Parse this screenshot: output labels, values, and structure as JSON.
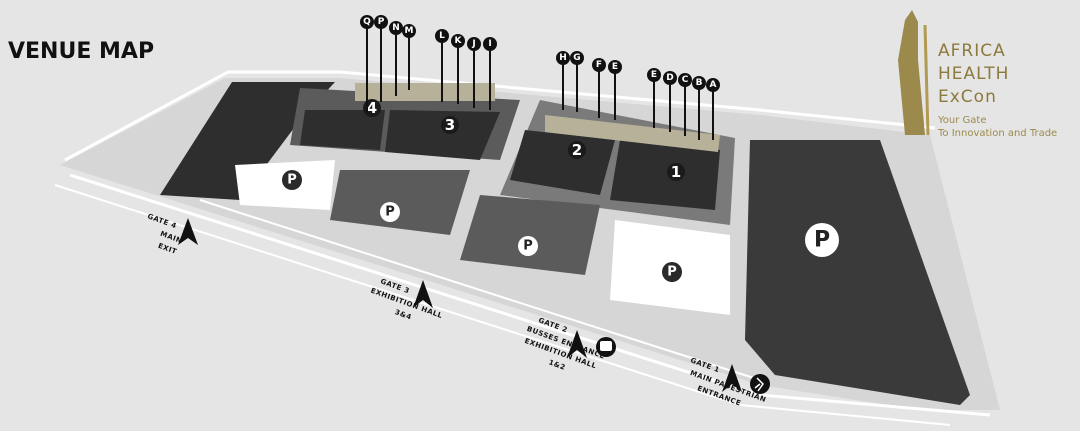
{
  "map": {
    "title": "VENUE MAP",
    "brand": {
      "lines": [
        "AFRICA",
        "HEALTH",
        "ExCon"
      ],
      "tagline_lines": [
        "Your Gate",
        "To Innovation and Trade"
      ],
      "color": "#8c7a3d"
    },
    "halls": [
      {
        "label": "1"
      },
      {
        "label": "2"
      },
      {
        "label": "3"
      },
      {
        "label": "4"
      }
    ],
    "parking_label": "P",
    "pins": [
      "Q",
      "P",
      "N",
      "M",
      "L",
      "K",
      "J",
      "I",
      "H",
      "G",
      "F",
      "E",
      "E",
      "D",
      "C",
      "B",
      "A"
    ],
    "gates": [
      {
        "lines": [
          "GATE 4",
          "MAIN",
          "EXIT"
        ]
      },
      {
        "lines": [
          "GATE 3",
          "EXHIBITION HALL",
          "3&4"
        ]
      },
      {
        "lines": [
          "GATE 2",
          "BUSSES ENTRANCE",
          "EXHIBITION HALL",
          "1&2"
        ]
      },
      {
        "lines": [
          "GATE 1",
          "MAIN PADESTRIAN",
          "ENTRANCE"
        ]
      }
    ],
    "colors": {
      "background": "#e5e5e5",
      "building_dark": "#2e2e2e",
      "building_mid": "#6b6b6b",
      "road": "#ffffff",
      "gold": "#b29a52"
    }
  }
}
